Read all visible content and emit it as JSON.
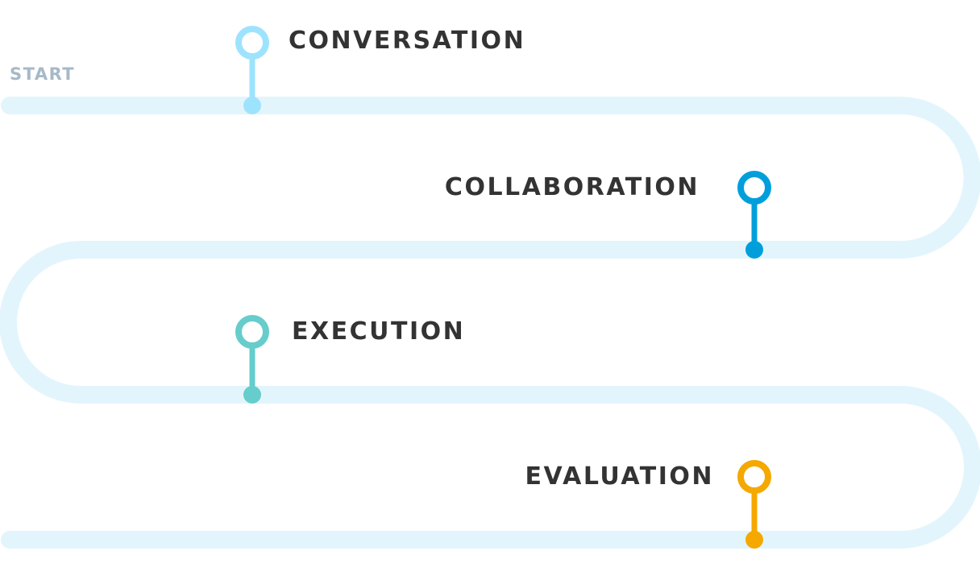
{
  "start_label": "START",
  "colors": {
    "track": "#e3f5fc",
    "start": "#a7b9c7",
    "text": "#333333"
  },
  "milestones": [
    {
      "label": "CONVERSATION",
      "color": "#9ee3fe"
    },
    {
      "label": "COLLABORATION",
      "color": "#009fdb"
    },
    {
      "label": "EXECUTION",
      "color": "#66cdcc"
    },
    {
      "label": "EVALUATION",
      "color": "#f5a800"
    }
  ]
}
